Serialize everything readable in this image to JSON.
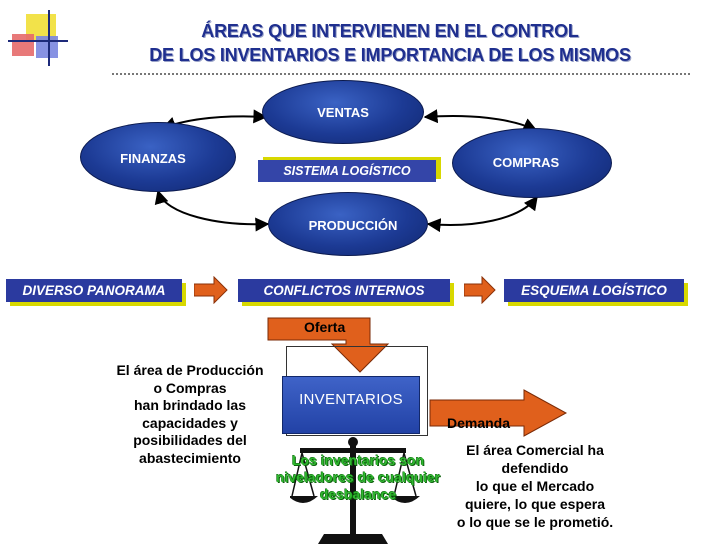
{
  "title": {
    "line1": "ÁREAS QUE INTERVIENEN EN EL CONTROL",
    "line2": "DE LOS INVENTARIOS E IMPORTANCIA DE LOS MISMOS"
  },
  "cycle": {
    "ventas": "VENTAS",
    "finanzas": "FINANZAS",
    "compras": "COMPRAS",
    "produccion": "PRODUCCIÓN",
    "sistema": "SISTEMA LOGÍSTICO"
  },
  "flow": {
    "panorama": "DIVERSO PANORAMA",
    "conflictos": "CONFLICTOS INTERNOS",
    "esquema": "ESQUEMA LOGÍSTICO"
  },
  "inventory": {
    "oferta": "Oferta",
    "demanda": "Demanda",
    "box": "INVENTARIOS"
  },
  "notes": {
    "left": [
      "El área de Producción",
      "o Compras",
      "han brindado las",
      "capacidades y",
      "posibilidades del",
      "abastecimiento"
    ],
    "right": [
      "El área Comercial ha",
      "defendido",
      "lo que el Mercado",
      "quiere, lo que espera",
      "o lo que se le prometió."
    ],
    "center": [
      "Los inventarios son",
      "niveladores de cualquier",
      "desbalance"
    ]
  },
  "colors": {
    "ellipse": "#1c3a94",
    "banner": "#2b3a9f",
    "banner_shadow": "#d8d800",
    "arrow": "#e0601c",
    "title": "#1f2f8f",
    "green": "#2fb82f"
  }
}
